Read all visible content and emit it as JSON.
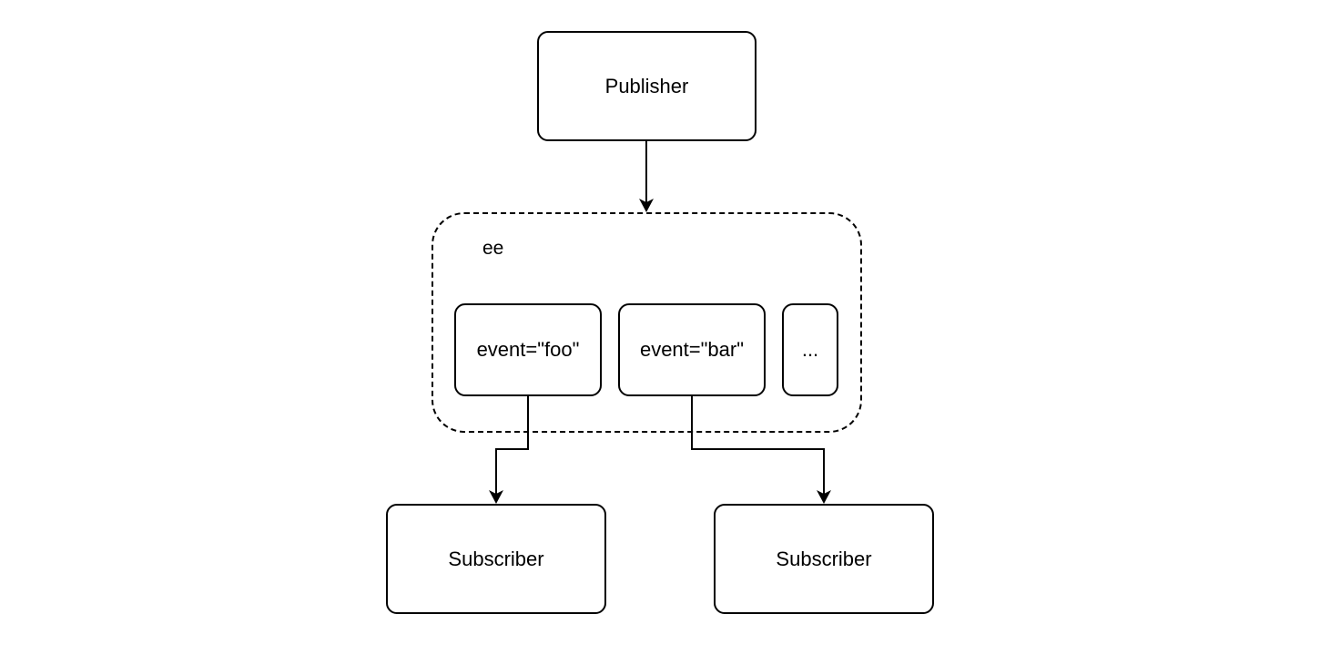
{
  "diagram": {
    "publisher": {
      "label": "Publisher"
    },
    "emitter": {
      "label": "ee",
      "events": [
        {
          "label": "event=\"foo\""
        },
        {
          "label": "event=\"bar\""
        },
        {
          "label": "..."
        }
      ]
    },
    "subscribers": [
      {
        "label": "Subscriber"
      },
      {
        "label": "Subscriber"
      }
    ],
    "colors": {
      "stroke": "#000000",
      "background": "#ffffff"
    }
  }
}
